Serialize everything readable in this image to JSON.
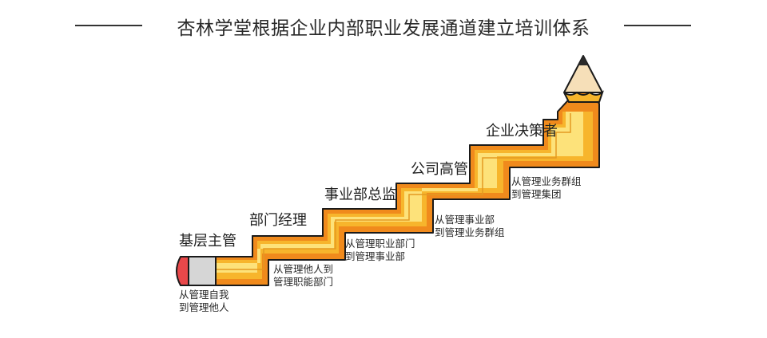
{
  "title": "杏林学堂根据企业内部职业发展通道建立培训体系",
  "colors": {
    "outline": "#1a1a1a",
    "orange_dark": "#f08a1c",
    "orange_mid": "#f7b52c",
    "yellow_light": "#fde27a",
    "yellow_core": "#f9cf3a",
    "eraser_red": "#e9484a",
    "ferrule_gray": "#d6d6d6",
    "wood": "#f6dfb8",
    "lead": "#2b2b2b"
  },
  "levels": [
    {
      "label": "基层主管",
      "desc": [
        "从管理自我",
        "到管理他人"
      ]
    },
    {
      "label": "部门经理",
      "desc": [
        "从管理他人到",
        "管理职能部门"
      ]
    },
    {
      "label": "事业部总监",
      "desc": [
        "从管理职业部门",
        "到管理事业部"
      ]
    },
    {
      "label": "公司高管",
      "desc": [
        "从管理事业部",
        "到管理业务群组"
      ]
    },
    {
      "label": "企业决策者",
      "desc": [
        "从管理业务群组",
        "到管理集团"
      ]
    }
  ]
}
